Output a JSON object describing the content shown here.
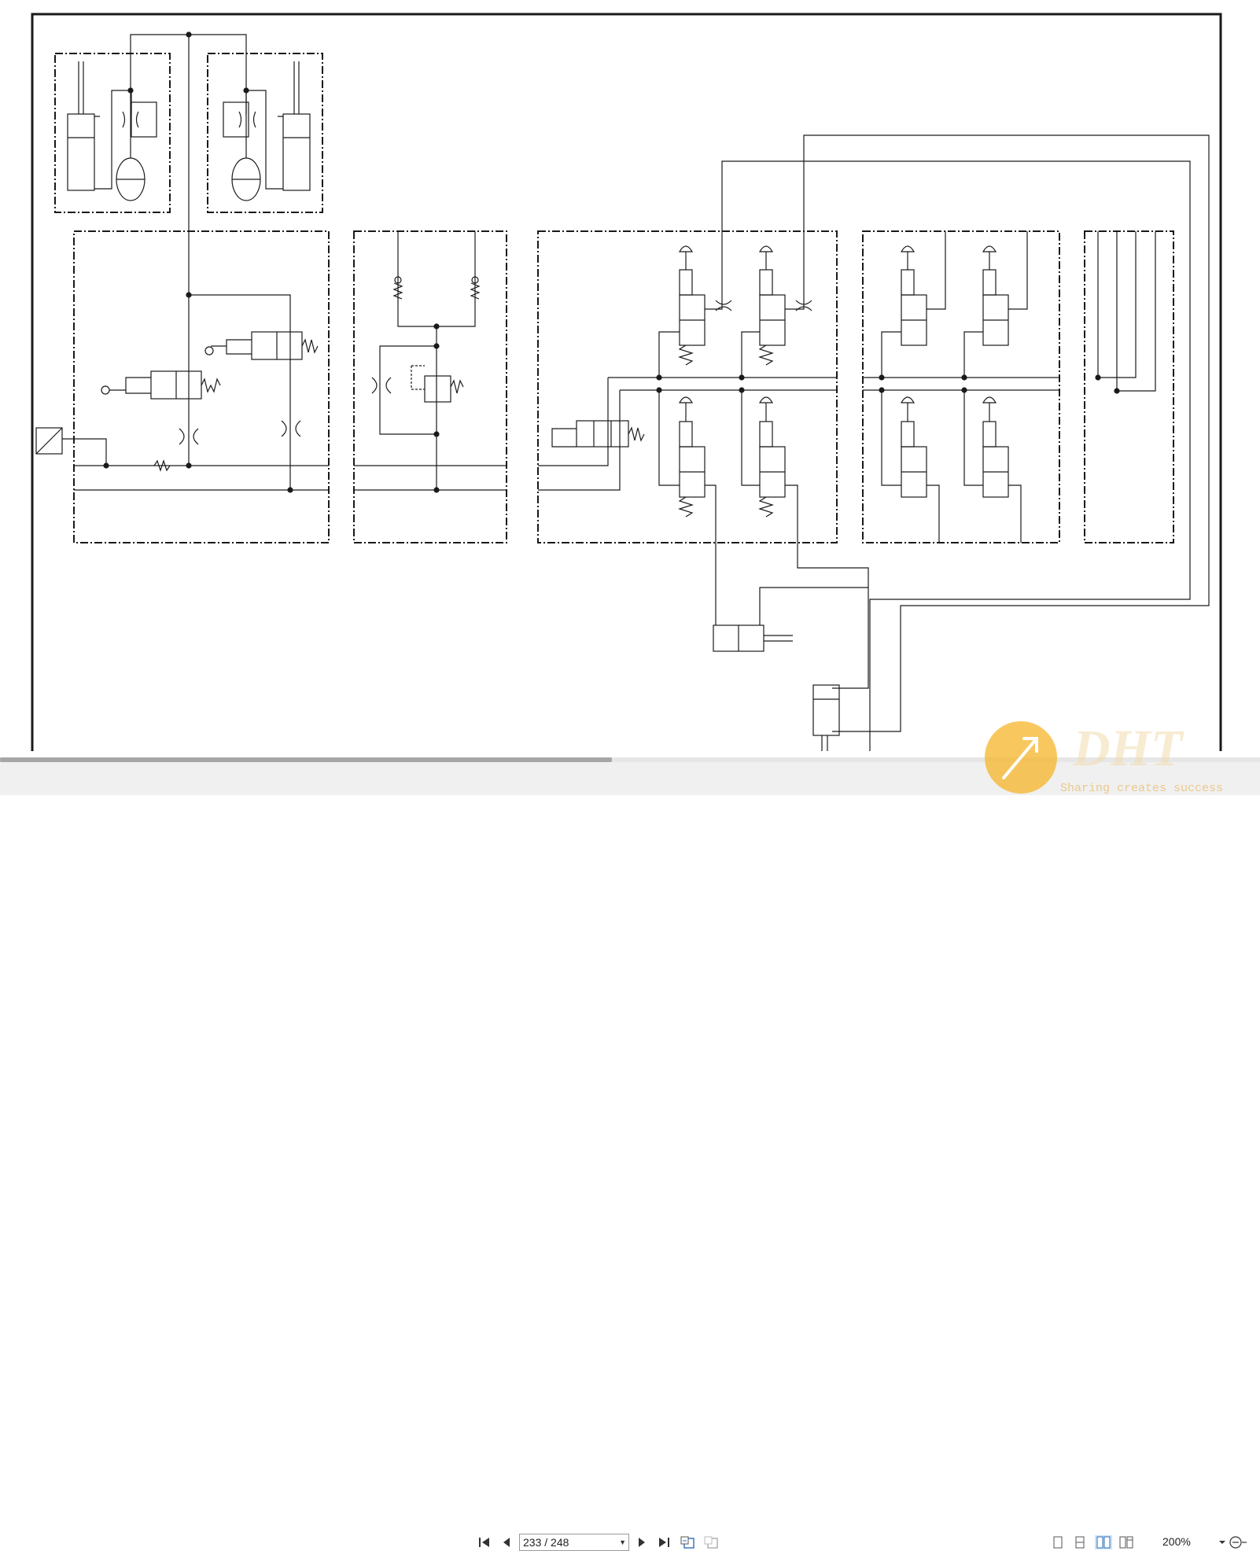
{
  "viewer": {
    "page_indicator": "233 / 248",
    "zoom": "200%"
  },
  "toolbar": {
    "first_page_icon": "first-page-icon",
    "prev_page_icon": "prev-page-icon",
    "next_page_icon": "next-page-icon",
    "last_page_icon": "last-page-icon",
    "back_view_icon": "back-view-icon",
    "forward_view_icon": "forward-view-icon",
    "layout_icons": [
      "single-page-icon",
      "continuous-icon",
      "two-page-icon",
      "book-icon"
    ],
    "zoom_out_icon": "zoom-out-icon"
  },
  "watermark": {
    "logo": "DHT",
    "slogan": "Sharing creates success",
    "accent": "#f6b52a"
  },
  "colors": {
    "line": "#1a1a1a",
    "toolbar_bg": "#f0f0f0",
    "scroll_thumb": "#a6a6a6"
  }
}
